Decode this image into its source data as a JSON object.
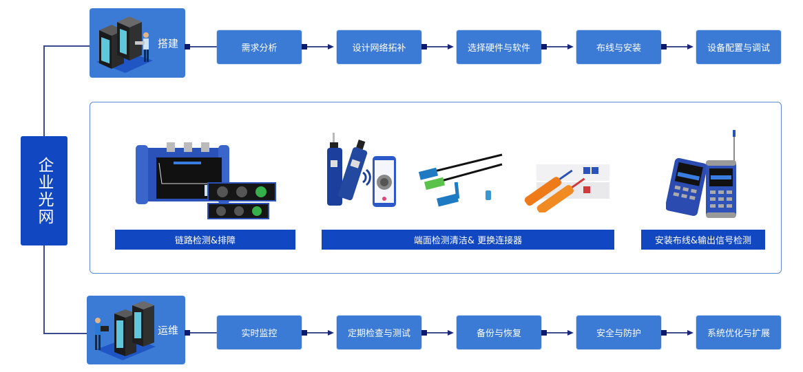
{
  "root": {
    "label": "企业光网"
  },
  "build": {
    "label": "搭建",
    "icon": "server-rack-with-technician-icon",
    "steps": [
      {
        "label": "需求分析"
      },
      {
        "label": "设计网络拓补"
      },
      {
        "label": "选择硬件与软件"
      },
      {
        "label": "布线与安装"
      },
      {
        "label": "设备配置与调试"
      }
    ]
  },
  "tools": {
    "items": [
      {
        "label": "链路检测&排障",
        "image": "otdr-tester-with-modules"
      },
      {
        "label": "端面检测清洁& 更换连接器",
        "image": "fiber-inspection-probe-phone-connectors-cleaners"
      },
      {
        "label": "安装布线&输出信号检测",
        "image": "handheld-signal-meters"
      }
    ]
  },
  "ops": {
    "label": "运维",
    "icon": "server-rack-with-engineer-laptop-icon",
    "steps": [
      {
        "label": "实时监控"
      },
      {
        "label": "定期检查与测试"
      },
      {
        "label": "备份与恢复"
      },
      {
        "label": "安全与防护"
      },
      {
        "label": "系统优化与扩展"
      }
    ]
  },
  "colors": {
    "primary_dark": "#1148c2",
    "step_blue": "#3b7bd6",
    "connector": "#0b1a6b",
    "panel_border": "#5b8ad8"
  }
}
